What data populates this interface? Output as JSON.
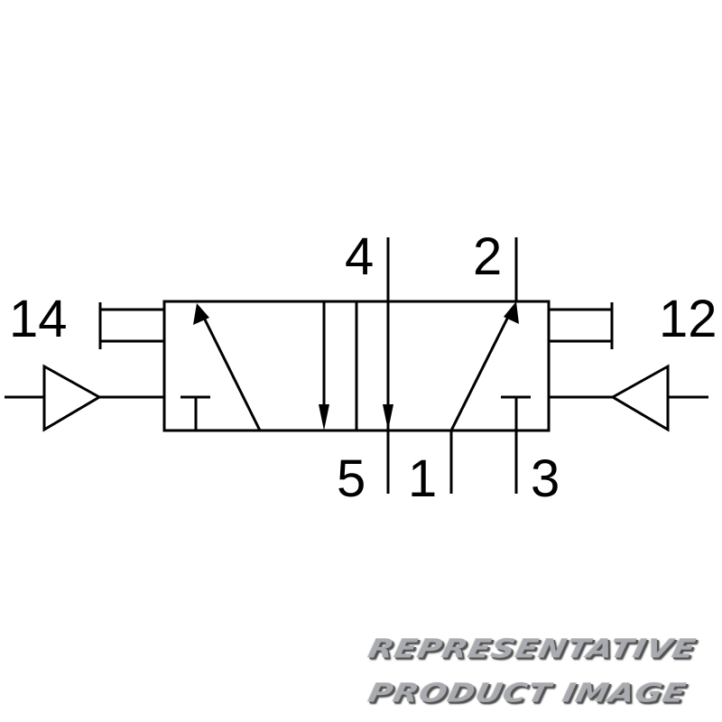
{
  "ports": {
    "pilot_left": "14",
    "pilot_right": "12",
    "port_4": "4",
    "port_2": "2",
    "port_5": "5",
    "port_1": "1",
    "port_3": "3"
  },
  "watermark": {
    "line1": "REPRESENTATIVE",
    "line2": "PRODUCT IMAGE"
  }
}
